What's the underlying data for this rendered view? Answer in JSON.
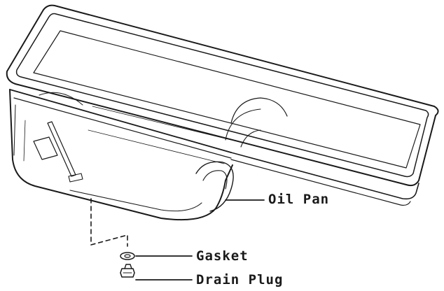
{
  "callouts": {
    "oil_pan": "Oil Pan",
    "gasket": "Gasket",
    "drain_plug": "Drain Plug"
  },
  "colors": {
    "line": "#1a1a1a",
    "background": "#ffffff"
  }
}
